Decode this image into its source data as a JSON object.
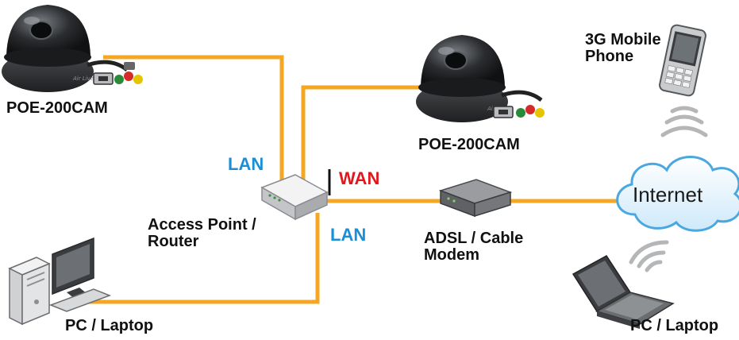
{
  "labels": {
    "cam1": "POE-200CAM",
    "cam2": "POE-200CAM",
    "phone_line1": "3G Mobile",
    "phone_line2": "Phone",
    "lan_top": "LAN",
    "lan_bottom": "LAN",
    "wan": "WAN",
    "router_line1": "Access Point /",
    "router_line2": "Router",
    "modem_line1": "ADSL / Cable",
    "modem_line2": "Modem",
    "internet": "Internet",
    "pc_left": "PC / Laptop",
    "pc_right": "PC / Laptop"
  },
  "colors": {
    "cable": "#f5a623",
    "lan_text": "#1a8fd6",
    "wan_text": "#e0191e",
    "camera_body": "#2d2f31",
    "cloud_fill": "#e6f4fd",
    "cloud_stroke": "#4aa8e0",
    "device_gray": "#c8c9cb"
  },
  "icons": [
    "dome-camera-icon",
    "mobile-phone-icon",
    "router-icon",
    "modem-icon",
    "cloud-icon",
    "desktop-pc-icon",
    "laptop-icon",
    "wireless-signal-icon"
  ]
}
